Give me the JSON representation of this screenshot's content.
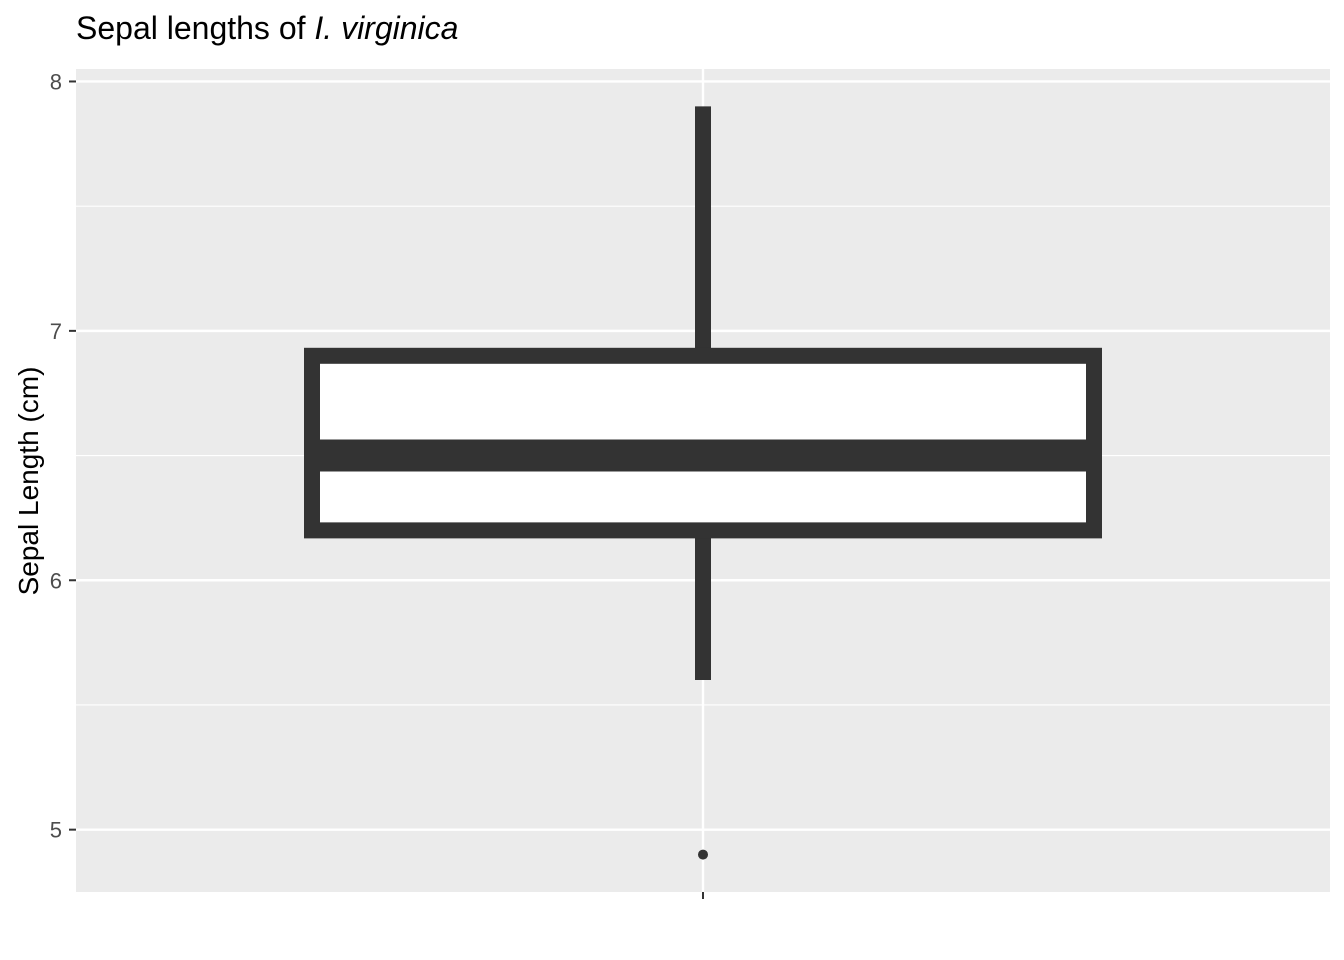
{
  "chart_data": {
    "type": "box",
    "title_prefix": "Sepal lengths of ",
    "title_species": "I. virginica",
    "xlabel": "",
    "ylabel": "Sepal Length (cm)",
    "ylim": [
      4.75,
      8.05
    ],
    "yticks": [
      5,
      6,
      7,
      8
    ],
    "ytick_labels": [
      "5",
      "6",
      "7",
      "8"
    ],
    "ygrid_minor": [
      5.5,
      6.5,
      7.5
    ],
    "grid": true,
    "legend": "none",
    "box": {
      "whisker_low": 5.6,
      "q1": 6.2,
      "median": 6.5,
      "q3": 6.9,
      "whisker_high": 7.9,
      "outliers": [
        4.9
      ]
    },
    "colors": {
      "panel": "#ebebeb",
      "grid": "#ffffff",
      "box_line": "#333333",
      "box_fill": "#ffffff"
    }
  }
}
